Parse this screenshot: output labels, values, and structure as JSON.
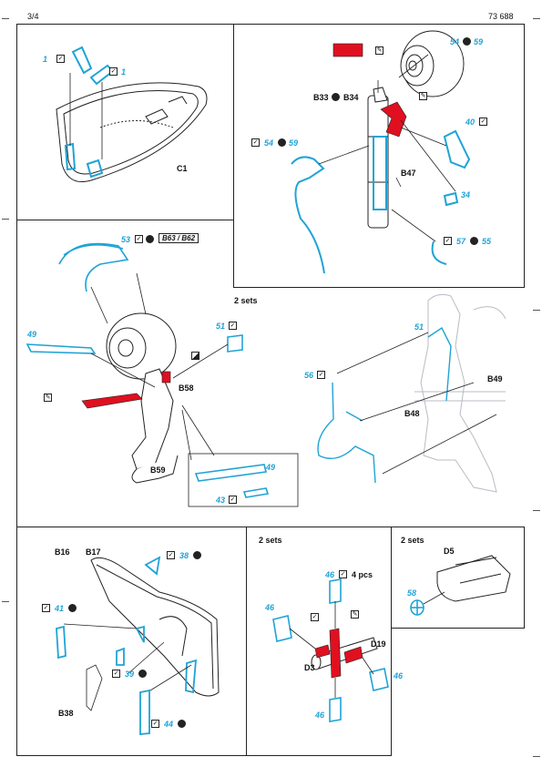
{
  "header": {
    "page": "3/4",
    "code": "73 688"
  },
  "panel1": {
    "c1": "C1",
    "num1a": "1",
    "num1b": "1"
  },
  "panel2": {
    "p54a": "54",
    "p59a": "59",
    "b33": "B33",
    "b34": "B34",
    "p40": "40",
    "p54b": "54",
    "p59b": "59",
    "b47": "B47",
    "p34": "34",
    "p57": "57",
    "p55": "55"
  },
  "panel3": {
    "p53": "53",
    "b63b62": "B63 / B62",
    "twosets": "2 sets",
    "p51a": "51",
    "p49a": "49",
    "b58": "B58",
    "b59": "B59",
    "p49b": "49",
    "p43": "43",
    "p51b": "51",
    "p56": "56",
    "b49": "B49",
    "b48": "B48"
  },
  "panel4": {
    "b16": "B16",
    "b17": "B17",
    "p38": "38",
    "p41": "41",
    "p39": "39",
    "b38": "B38",
    "p44": "44"
  },
  "panel5": {
    "twosets": "2 sets",
    "p46a": "46",
    "pcs": "4 pcs",
    "p46b": "46",
    "d19": "D19",
    "d3": "D3",
    "p46c": "46",
    "p46d": "46"
  },
  "panel6": {
    "twosets": "2 sets",
    "d5": "D5",
    "p58": "58"
  },
  "colors": {
    "etch": "#1fa3d6",
    "paint": "#e01020",
    "line": "#222222",
    "ghost": "#b8bcc4"
  }
}
